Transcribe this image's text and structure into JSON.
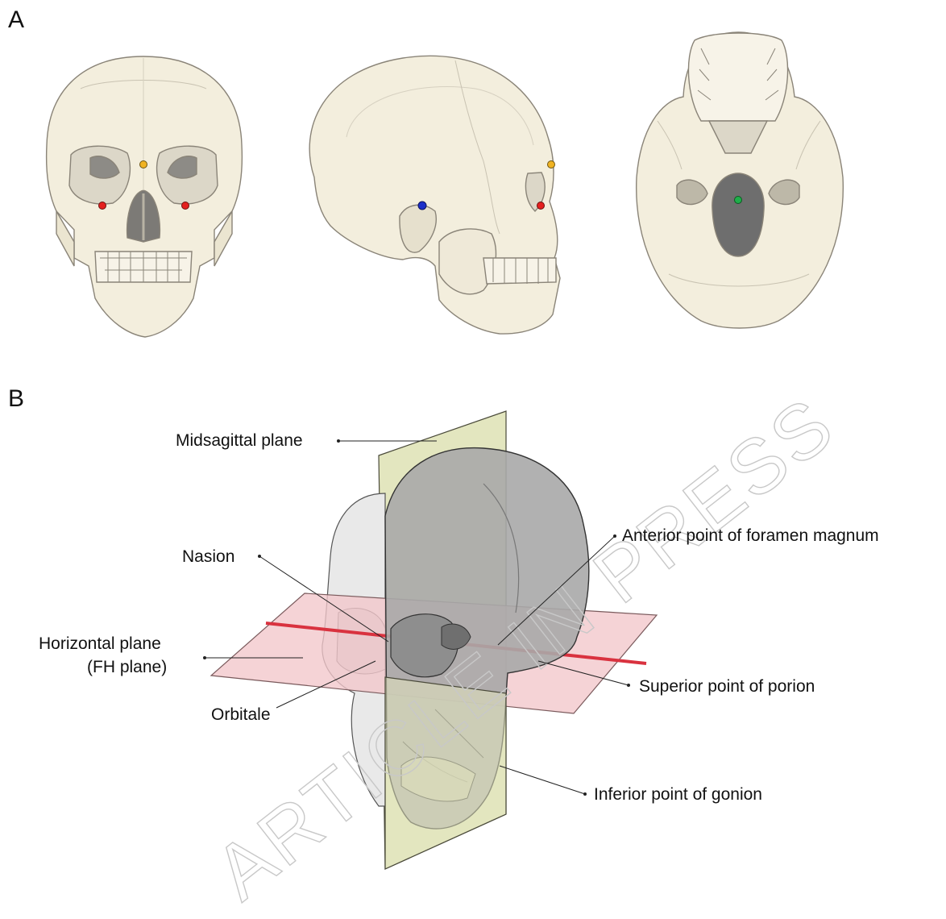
{
  "figure": {
    "panel_a_letter": "A",
    "panel_b_letter": "B",
    "watermark": "ARTICLE IN PRESS",
    "colors": {
      "bone": "#f3eedd",
      "bone_stroke": "#8a8478",
      "orbitale_dot": "#e4201f",
      "nasion_dot": "#f0b323",
      "porion_dot": "#1c2fc9",
      "foramen_dot": "#1fae4a",
      "midsagittal_plane": "#e3e6bf",
      "horizontal_plane": "#f2c7cb",
      "axis_rod": "#d9323f"
    },
    "panel_a_views": [
      "frontal-view",
      "lateral-view",
      "basal-view"
    ],
    "labels": {
      "midsagittal": "Midsagittal plane",
      "nasion": "Nasion",
      "anterior_foramen": "Anterior point of foramen magnum",
      "horizontal_line1": "Horizontal plane",
      "horizontal_line2": "(FH plane)",
      "superior_porion": "Superior point of porion",
      "orbitale": "Orbitale",
      "inferior_gonion": "Inferior point of gonion"
    }
  }
}
